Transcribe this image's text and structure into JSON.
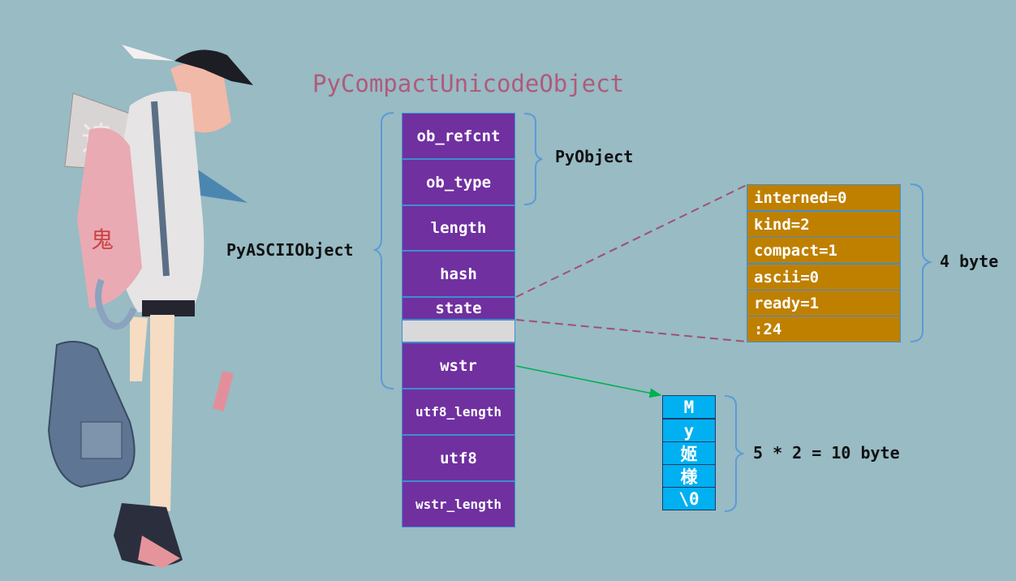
{
  "title": "PyCompactUnicodeObject",
  "fields": [
    "ob_refcnt",
    "ob_type",
    "length",
    "hash",
    "state",
    "",
    "wstr",
    "utf8_length",
    "utf8",
    "wstr_length"
  ],
  "brace_labels": {
    "pyobject": "PyObject",
    "pyascii": "PyASCIIObject",
    "state_size": "4 byte",
    "wstr_size": "5 * 2 = 10 byte"
  },
  "state_bits": [
    "interned=0",
    "kind=2",
    "compact=1",
    "ascii=0",
    "ready=1",
    ":24"
  ],
  "wstr_chars": [
    "M",
    "y",
    "姬",
    "様",
    "\\0"
  ],
  "colors": {
    "background": "#98bbc4",
    "field_fill": "#7030a0",
    "padding_fill": "#d9d9d9",
    "state_fill": "#bf8000",
    "wstr_fill": "#00b0f0",
    "title": "#b05a7a",
    "dashed_line": "#a05070",
    "pointer_arrow": "#00b050",
    "brace": "#5b9bd5"
  },
  "illustration": "anime-girl-with-backpack"
}
